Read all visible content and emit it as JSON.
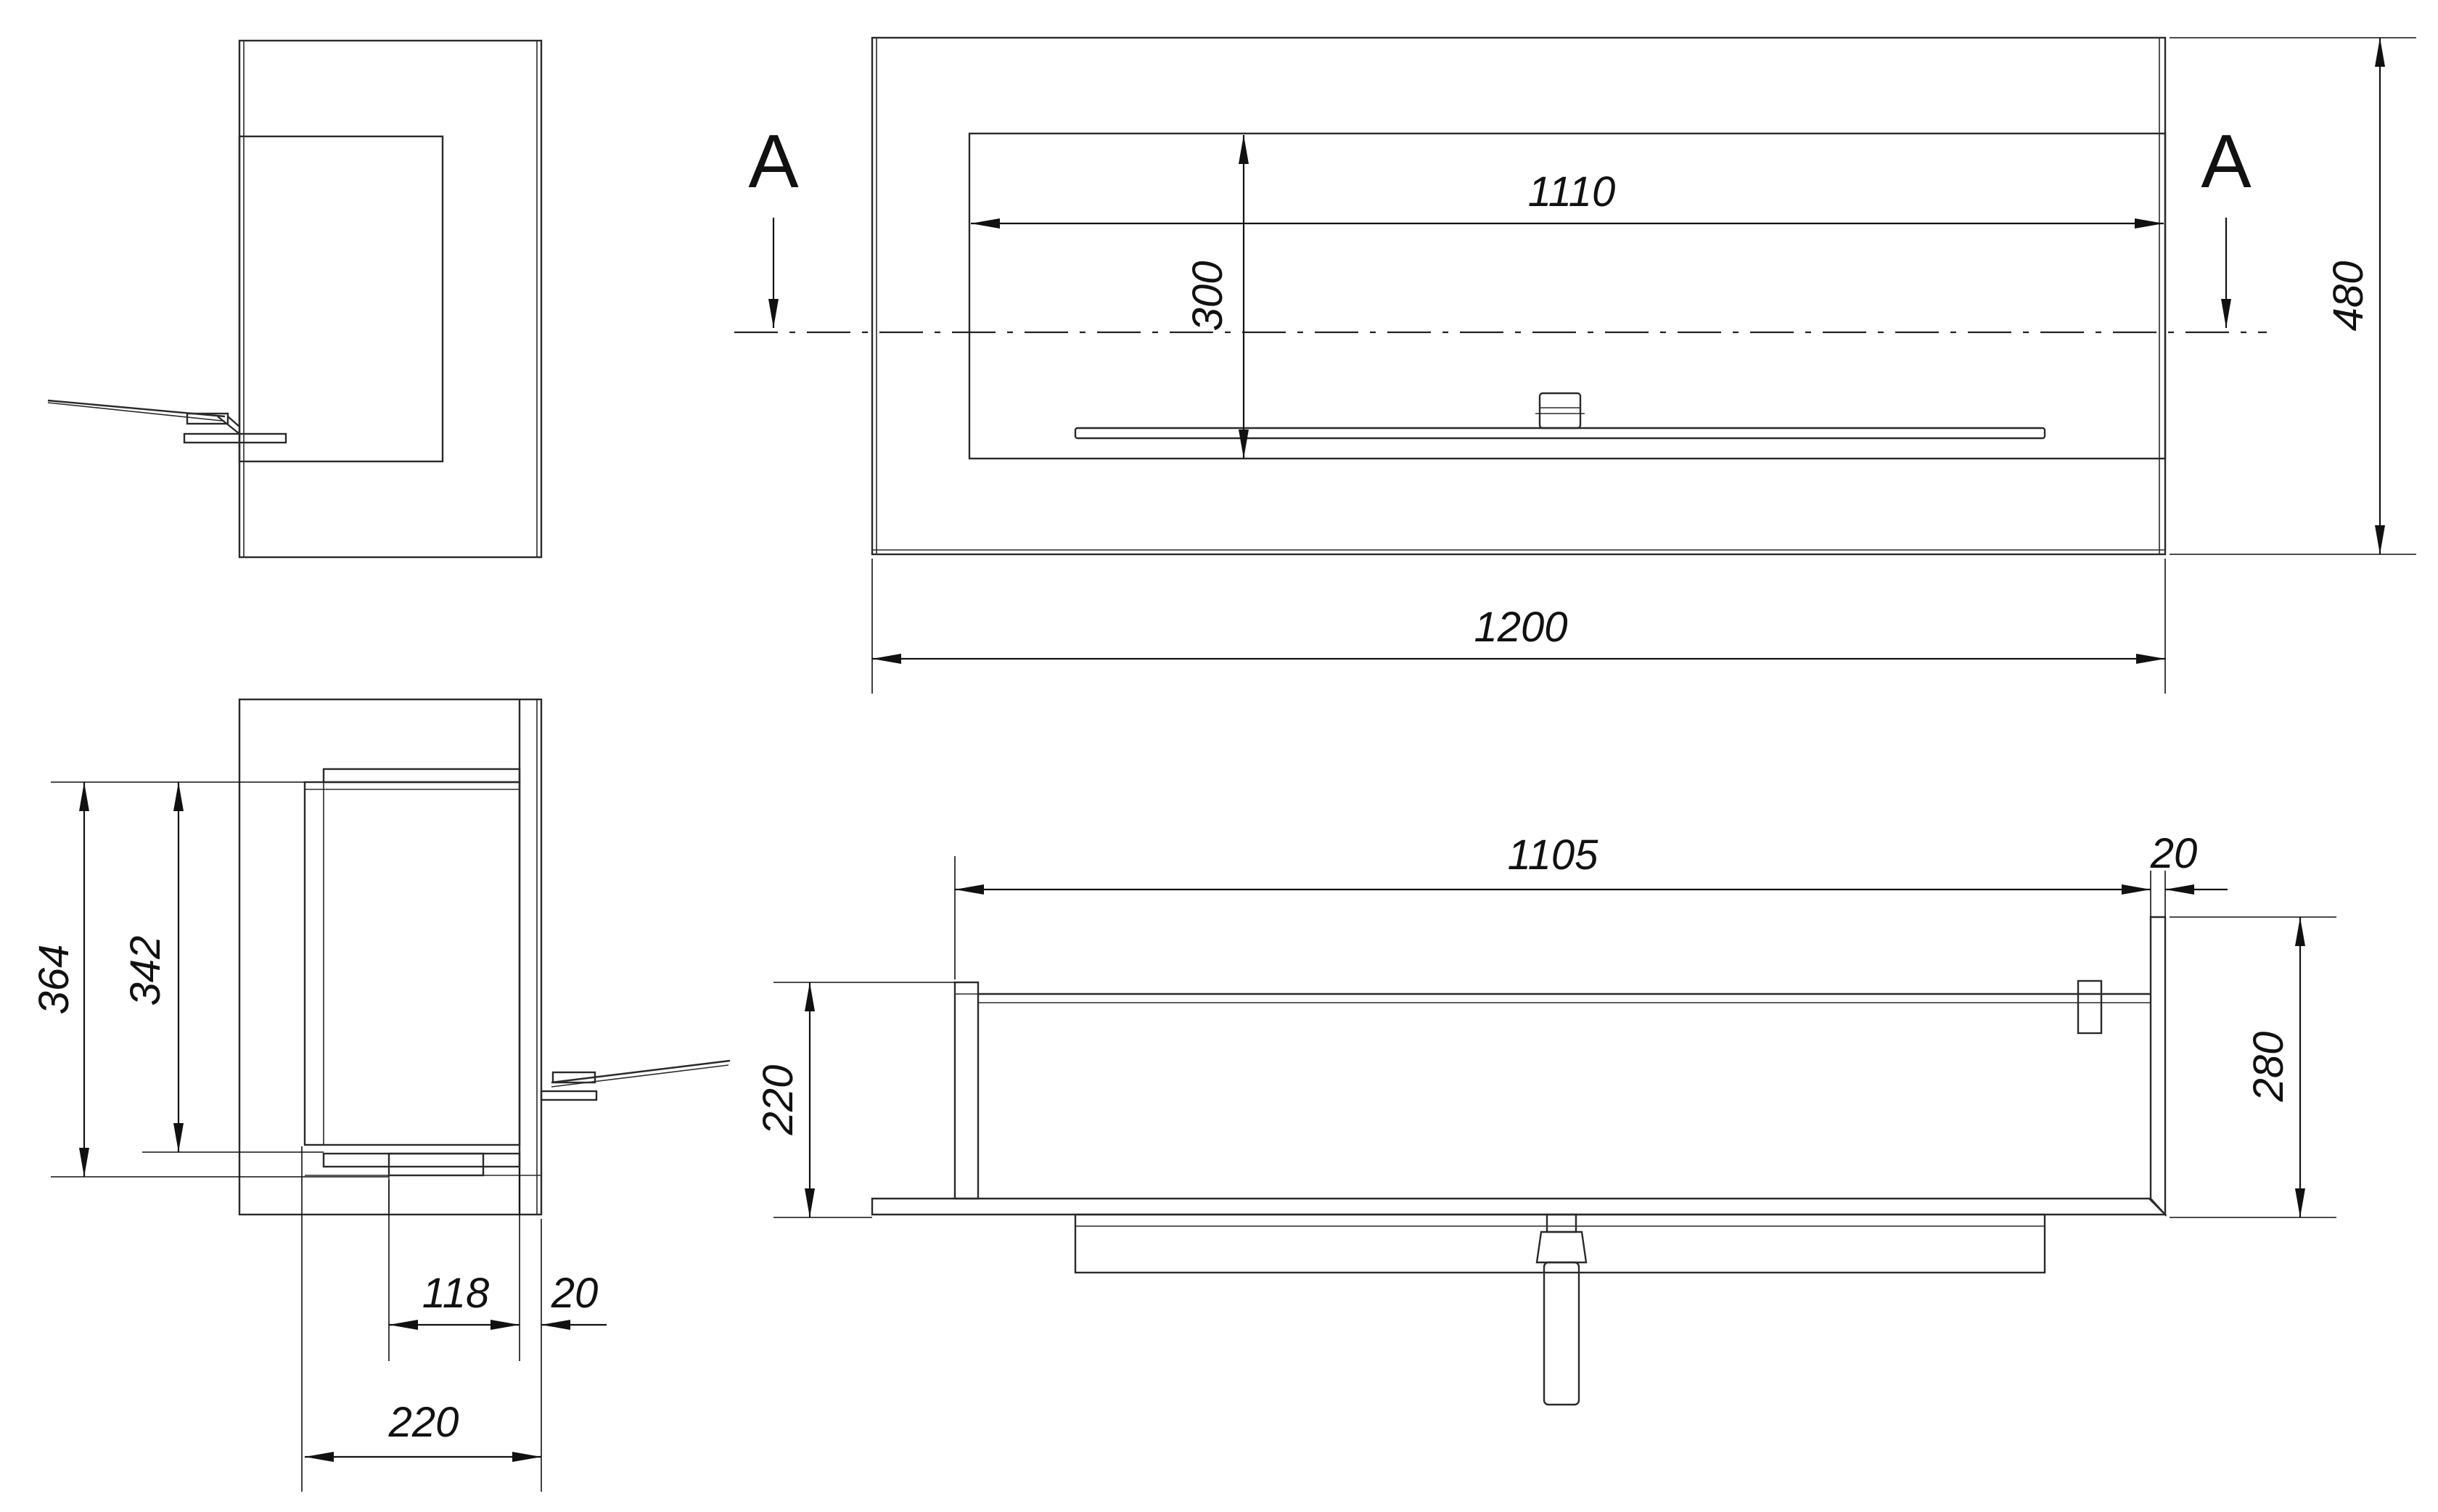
{
  "drawing": {
    "section_marks": {
      "left": "A",
      "right": "A"
    },
    "dimensions": {
      "front_inner_width": "1110",
      "front_opening_height": "300",
      "front_overall_height": "480",
      "front_overall_width": "1200",
      "bottom_burner_length": "1105",
      "bottom_wall_thickness": "20",
      "bottom_burner_height": "220",
      "bottom_overall_height": "280",
      "side_outer_height": "364",
      "side_inner_height": "342",
      "side_burner_offset": "118",
      "side_wall_thickness": "20",
      "side_overall_depth": "220"
    },
    "colors": {
      "line": "#2a2a2a",
      "dimension": "#111111",
      "background": "#ffffff"
    }
  }
}
